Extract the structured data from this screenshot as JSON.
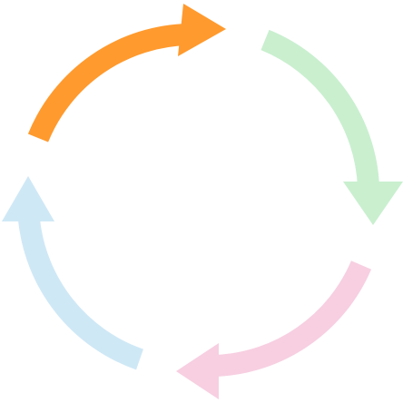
{
  "diagram": {
    "type": "cycle",
    "arrows": [
      {
        "name": "cycle-arrow-top",
        "color": "#ff9a2e"
      },
      {
        "name": "cycle-arrow-right",
        "color": "#c9efcf"
      },
      {
        "name": "cycle-arrow-bottom",
        "color": "#f7cfe1"
      },
      {
        "name": "cycle-arrow-left",
        "color": "#cfe8f6"
      }
    ]
  }
}
